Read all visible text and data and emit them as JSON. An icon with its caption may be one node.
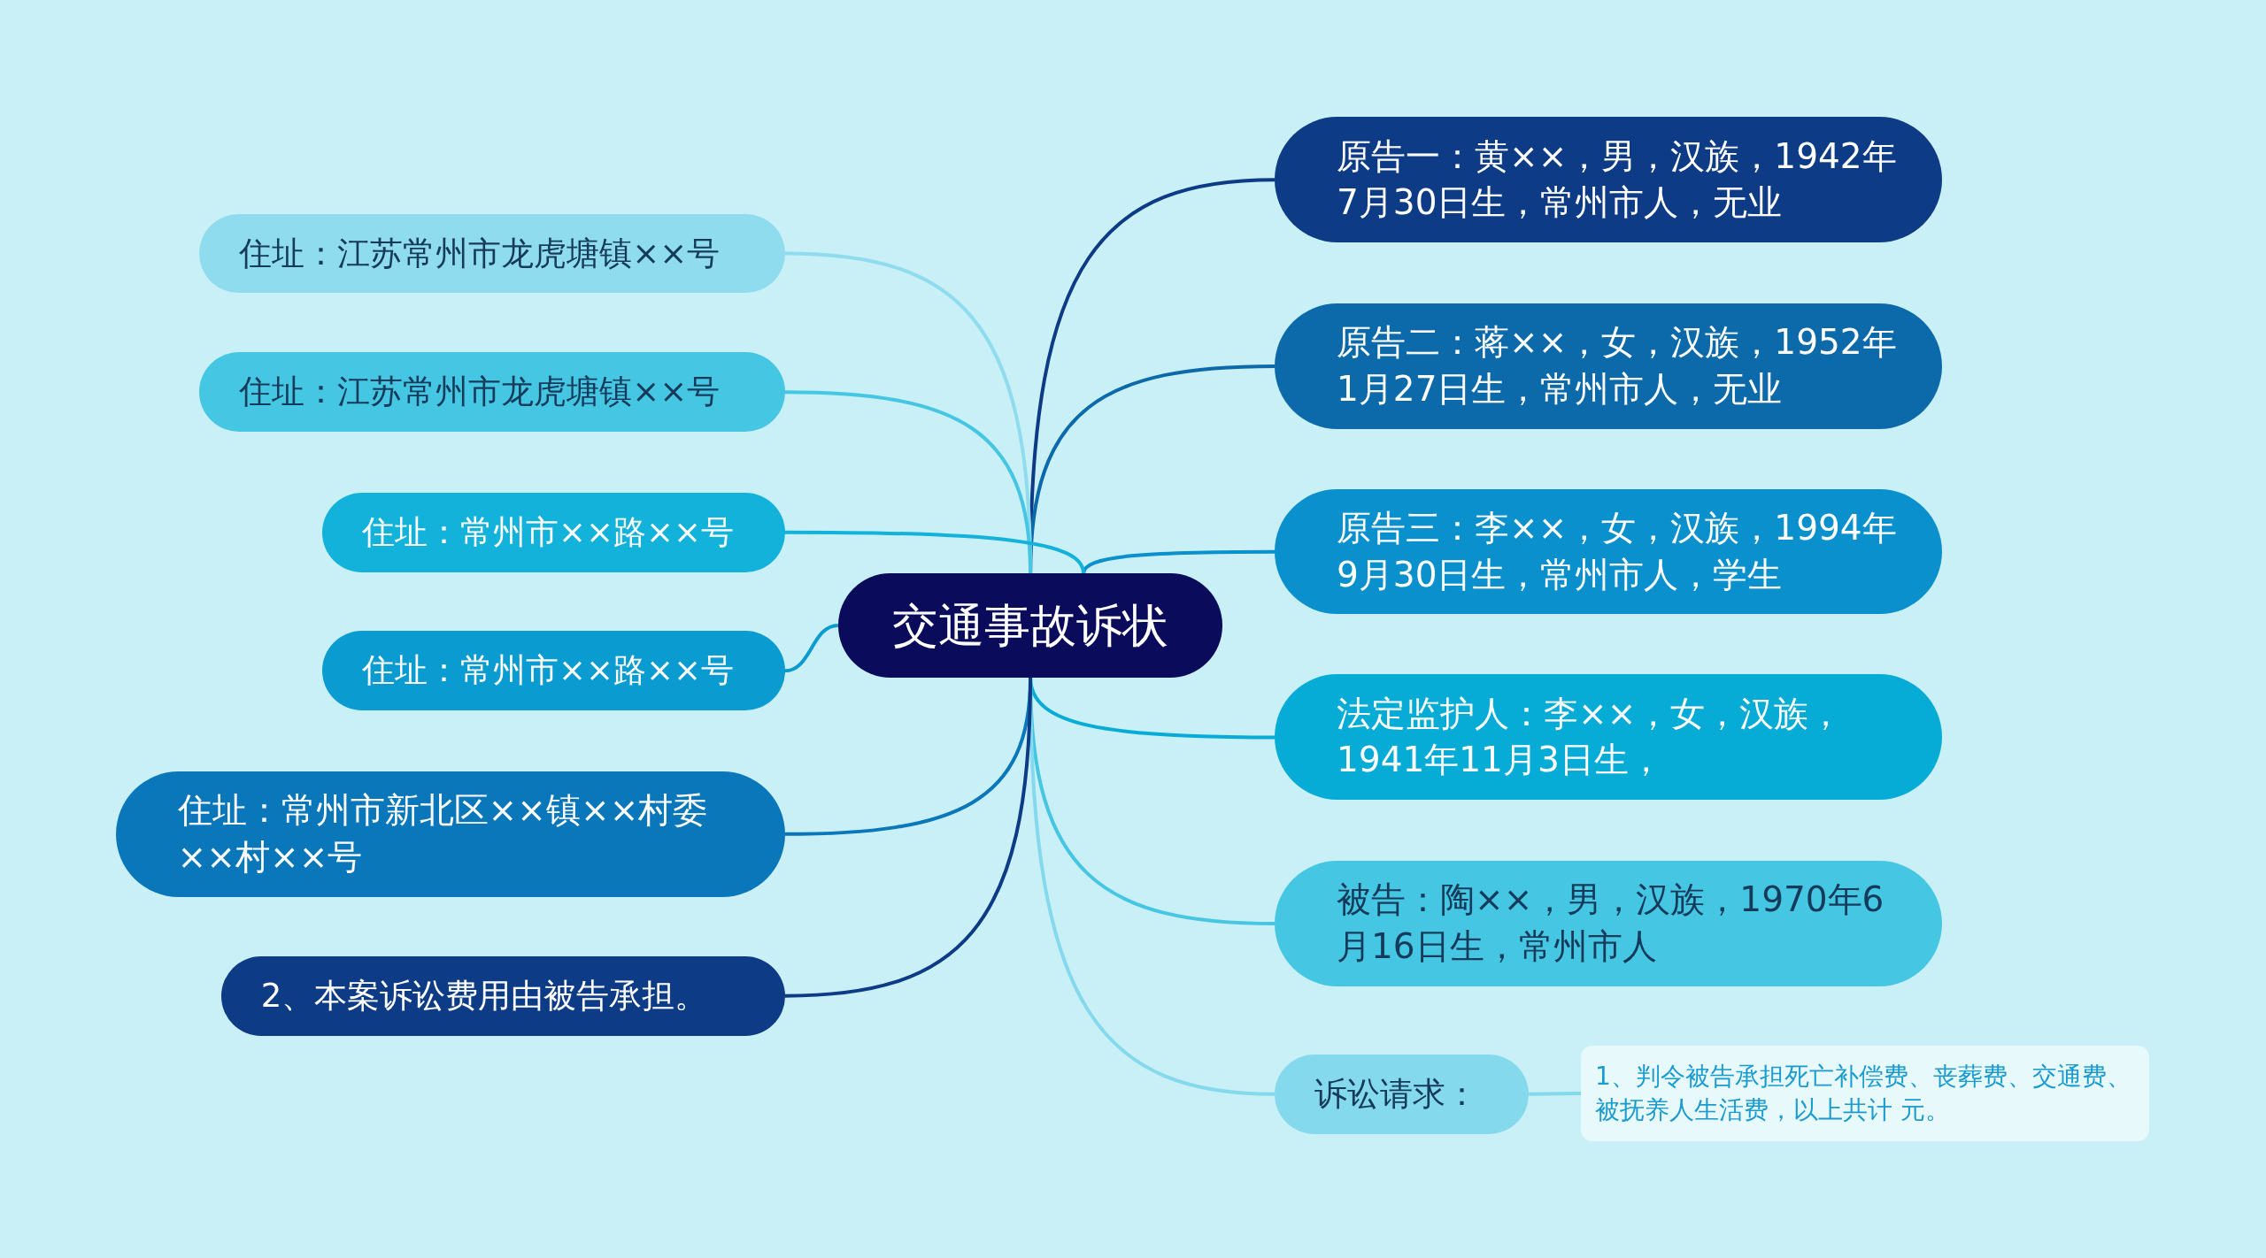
{
  "diagram": {
    "nodes": [
      {
        "text": [
          "交通事故诉状"
        ]
      },
      {
        "text": [
          "原告一：黄××，男，汉族，1942年7月30日生，常州市人，无业"
        ]
      },
      {
        "text": [
          "原告二：蒋××，女，汉族，1952年1月27日生，常州市人，无业"
        ]
      },
      {
        "text": [
          "原告三：李××，女，汉族，1994年9月30日生，常州市人，学生"
        ]
      },
      {
        "text": [
          "法定监护人：李××，女，汉族，1941年11月3日生，"
        ]
      },
      {
        "text": [
          "被告：陶××，男，汉族，1970年6月16日生，常州市人"
        ]
      },
      {
        "text": [
          "诉讼请求："
        ]
      },
      {
        "text": [
          "1、判令被告承担死亡补偿费、丧葬费、交通费、被抚养人生活费，以上共计 元。"
        ]
      },
      {
        "text": [
          "住址：江苏常州市龙虎塘镇××号"
        ]
      },
      {
        "text": [
          "住址：江苏常州市龙虎塘镇××号"
        ]
      },
      {
        "text": [
          "住址：常州市××路××号"
        ]
      },
      {
        "text": [
          "住址：常州市××路××号"
        ]
      },
      {
        "text": [
          "住址：常州市新北区××镇××村委××村××号"
        ]
      },
      {
        "text": [
          "2、本案诉讼费用由被告承担。"
        ]
      }
    ],
    "edges": [
      {
        "from": 0,
        "to": 1,
        "arrow": "none",
        "color": "#0d3b86"
      },
      {
        "from": 0,
        "to": 2,
        "arrow": "none",
        "color": "#0c6aab"
      },
      {
        "from": 0,
        "to": 3,
        "arrow": "none",
        "color": "#0a90cc"
      },
      {
        "from": 0,
        "to": 4,
        "arrow": "none",
        "color": "#06acd6"
      },
      {
        "from": 0,
        "to": 5,
        "arrow": "none",
        "color": "#45c6e2"
      },
      {
        "from": 0,
        "to": 6,
        "arrow": "none",
        "color": "#84d9ec"
      },
      {
        "from": 6,
        "to": 7,
        "arrow": "none",
        "color": "#84d9ec"
      },
      {
        "from": 0,
        "to": 8,
        "arrow": "none",
        "color": "#8fdcee"
      },
      {
        "from": 0,
        "to": 9,
        "arrow": "none",
        "color": "#45c6e2"
      },
      {
        "from": 0,
        "to": 10,
        "arrow": "none",
        "color": "#12b2da"
      },
      {
        "from": 0,
        "to": 11,
        "arrow": "none",
        "color": "#0a9bd0"
      },
      {
        "from": 0,
        "to": 12,
        "arrow": "none",
        "color": "#0a77bb"
      },
      {
        "from": 0,
        "to": 13,
        "arrow": "none",
        "color": "#0d3b86"
      }
    ]
  }
}
